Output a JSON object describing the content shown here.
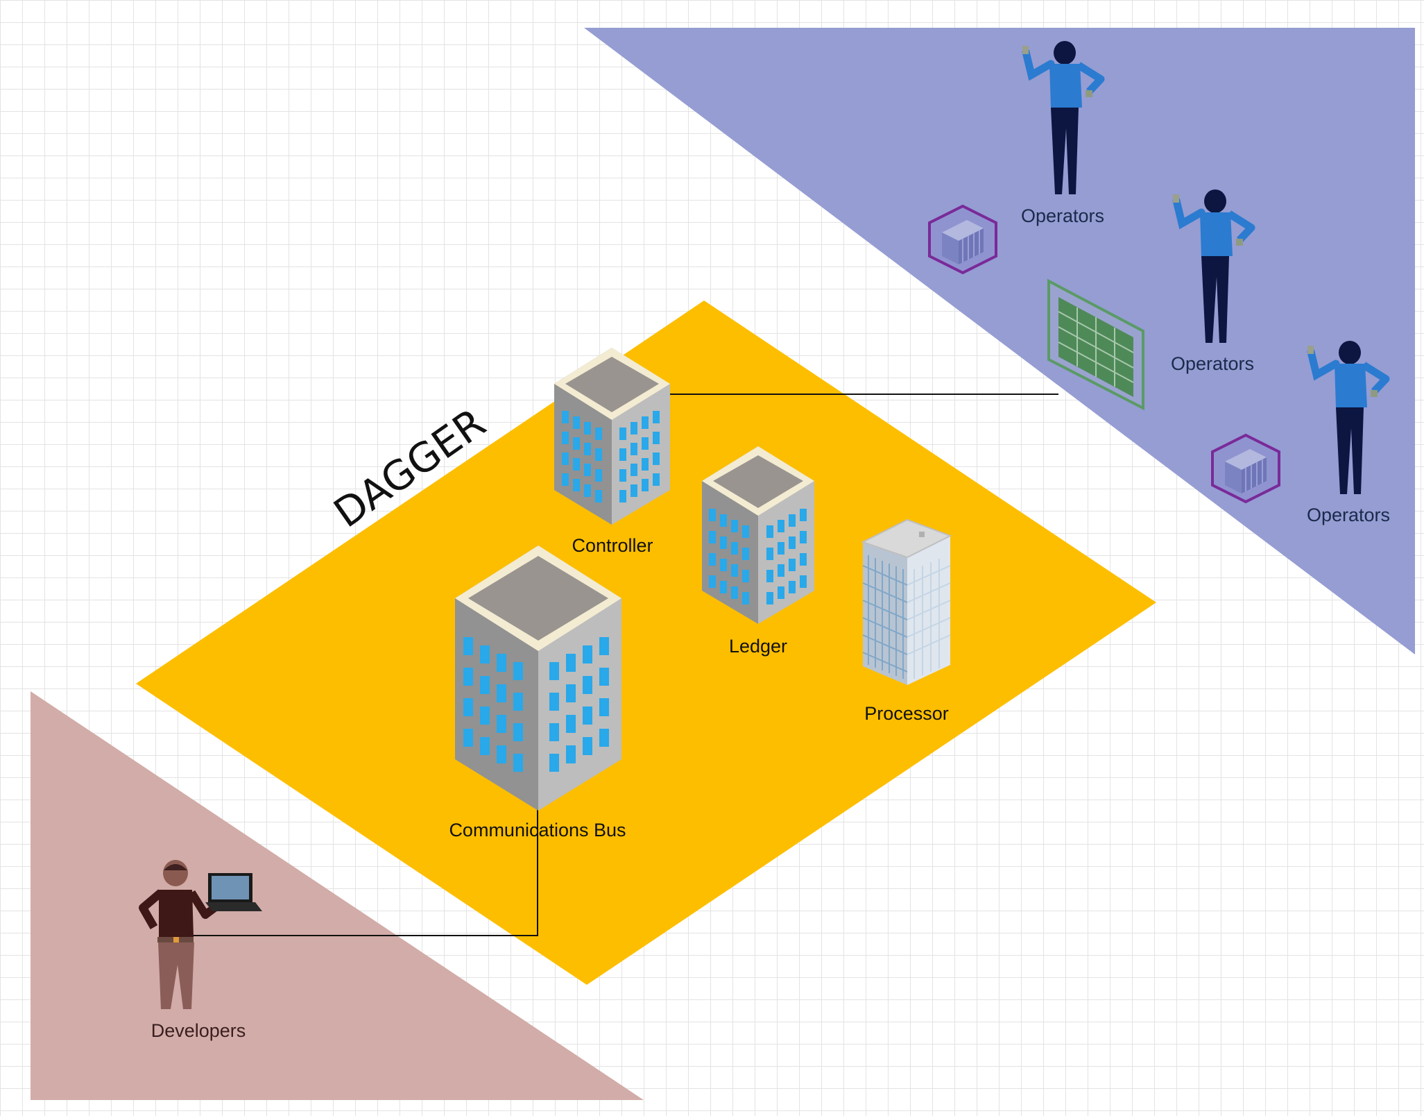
{
  "diagram": {
    "title": "DAGGER",
    "zones": {
      "platform": {
        "color": "#fdbe00"
      },
      "operators_zone": {
        "color": "#959dd3"
      },
      "developers_zone": {
        "color": "#d2aca8"
      }
    },
    "buildings": [
      {
        "id": "controller",
        "label": "Controller"
      },
      {
        "id": "ledger",
        "label": "Ledger"
      },
      {
        "id": "processor",
        "label": "Processor"
      },
      {
        "id": "communications-bus",
        "label": "Communications Bus"
      }
    ],
    "actors": [
      {
        "id": "operator-1",
        "label": "Operators",
        "icon": "person-icon"
      },
      {
        "id": "operator-2",
        "label": "Operators",
        "icon": "person-icon"
      },
      {
        "id": "operator-3",
        "label": "Operators",
        "icon": "person-icon"
      },
      {
        "id": "developer",
        "label": "Developers",
        "icon": "person-with-laptop-icon"
      }
    ],
    "devices": [
      {
        "id": "cube-1",
        "icon": "server-cube-icon"
      },
      {
        "id": "table-panel",
        "icon": "spreadsheet-panel-icon"
      },
      {
        "id": "cube-2",
        "icon": "server-cube-icon"
      }
    ],
    "colors": {
      "operator_shirt": "#2b7bd0",
      "operator_pants": "#0c1640",
      "developer_shirt": "#3e1717",
      "developer_pants": "#8b5d58",
      "building_wall": "#8e8e8e",
      "window": "#29a8ea",
      "cube": "#7b4ba6",
      "panel": "#4e8a58"
    },
    "connectors": [
      {
        "from": "controller",
        "to": "operators"
      },
      {
        "from": "communications-bus",
        "to": "developers"
      }
    ]
  }
}
